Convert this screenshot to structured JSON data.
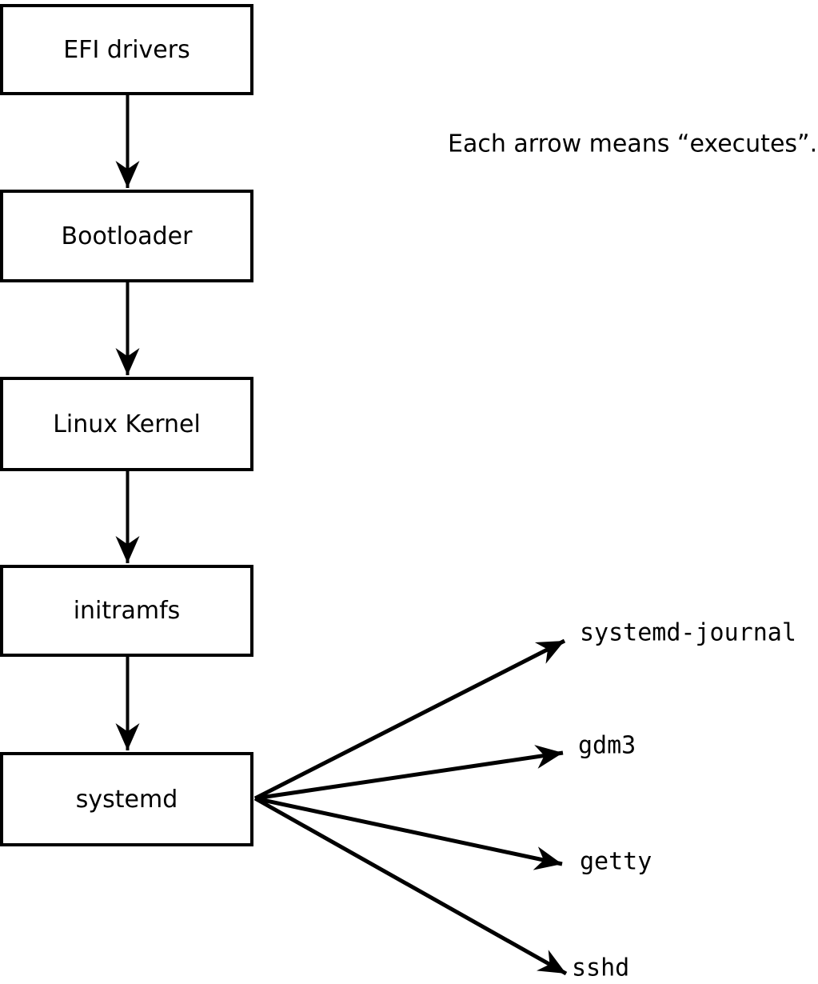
{
  "annotation": "Each arrow means “executes”.",
  "boot_chain": [
    {
      "label": "EFI drivers"
    },
    {
      "label": "Bootloader"
    },
    {
      "label": "Linux Kernel"
    },
    {
      "label": "initramfs"
    },
    {
      "label": "systemd"
    }
  ],
  "spawned_processes": [
    {
      "label": "systemd-journal"
    },
    {
      "label": "gdm3"
    },
    {
      "label": "getty"
    },
    {
      "label": "sshd"
    }
  ],
  "colors": {
    "foreground": "#000000",
    "background": "#ffffff"
  },
  "arrow_semantics": "executes"
}
